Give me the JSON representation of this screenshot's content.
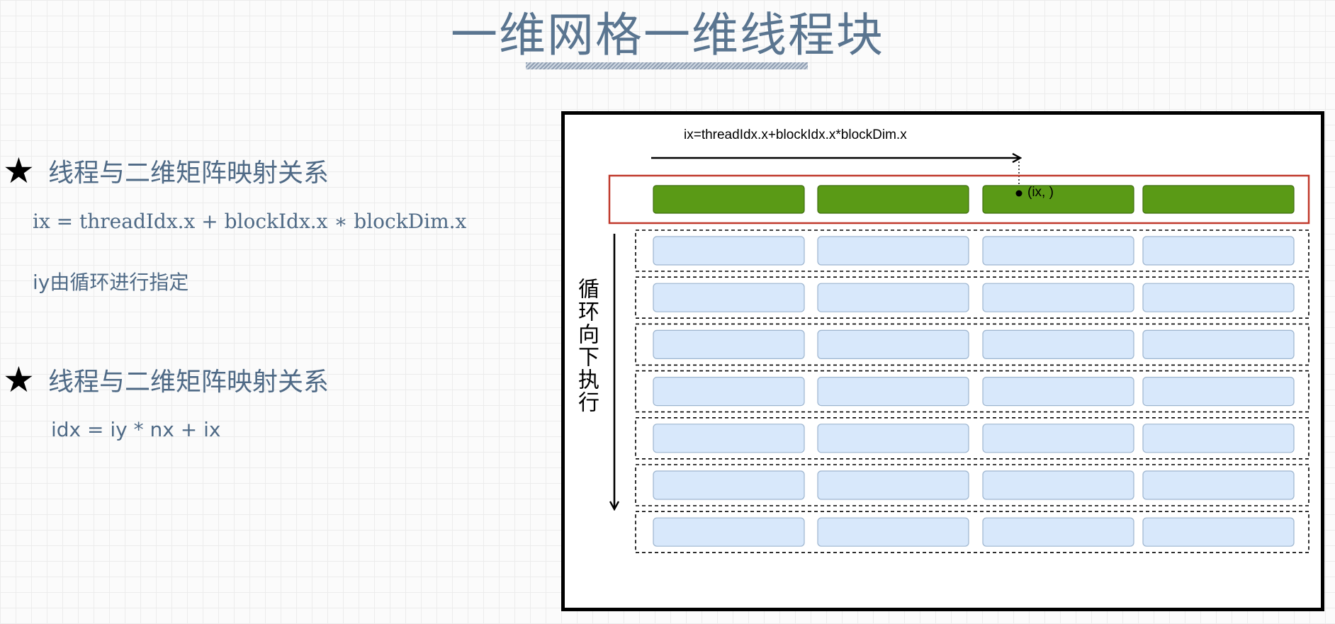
{
  "slide": {
    "title": "一维网格一维线程块"
  },
  "left_panel": {
    "bullets": [
      {
        "heading": "线程与二维矩阵映射关系",
        "formula": "ix = threadIdx.x + blockIdx.x ∗ blockDim.x",
        "note": "iy由循环进行指定"
      },
      {
        "heading": "线程与二维矩阵映射关系",
        "formula": "idx = iy * nx + ix"
      }
    ],
    "star_icon": "★"
  },
  "diagram": {
    "ix_label": "ix=threadIdx.x+blockIdx.x*blockDim.x",
    "point_label": "(ix, )",
    "vertical_label": "循环向下执行",
    "blocks_per_row": 4,
    "loop_rows": 7,
    "colors": {
      "active_block": "#5a9a16",
      "active_block_border": "#3f6e10",
      "idle_block": "#d8e8fb",
      "idle_block_border": "#9db5cf",
      "highlight_border": "#c0392b"
    }
  }
}
